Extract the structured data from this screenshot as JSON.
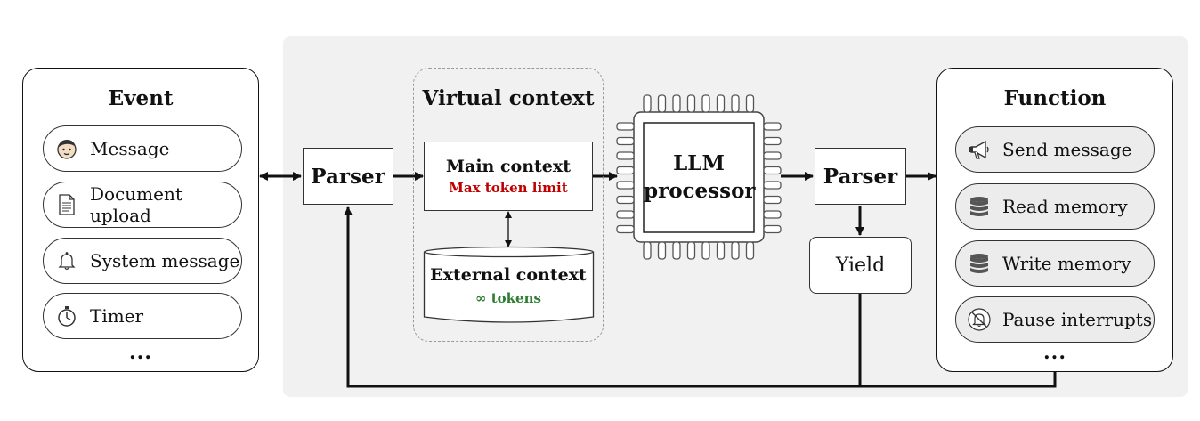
{
  "event": {
    "title": "Event",
    "items": [
      {
        "label": "Message",
        "icon": "face-icon"
      },
      {
        "label": "Document upload",
        "icon": "document-icon"
      },
      {
        "label": "System message",
        "icon": "bell-icon"
      },
      {
        "label": "Timer",
        "icon": "stopwatch-icon"
      }
    ],
    "more": "..."
  },
  "parser_in": {
    "label": "Parser"
  },
  "virtual_context": {
    "title": "Virtual context",
    "main": {
      "title": "Main context",
      "subtitle": "Max token limit"
    },
    "external": {
      "title": "External context",
      "subtitle": "∞ tokens"
    }
  },
  "llm": {
    "line1": "LLM",
    "line2": "processor"
  },
  "parser_out": {
    "label": "Parser"
  },
  "yield": {
    "label": "Yield"
  },
  "function": {
    "title": "Function",
    "items": [
      {
        "label": "Send message",
        "icon": "megaphone-icon"
      },
      {
        "label": "Read memory",
        "icon": "database-icon"
      },
      {
        "label": "Write memory",
        "icon": "database-icon"
      },
      {
        "label": "Pause interrupts",
        "icon": "bell-off-icon"
      }
    ],
    "more": "..."
  },
  "colors": {
    "accent_red": "#c00000",
    "accent_green": "#2e7d32",
    "panel": "#f1f1f1"
  }
}
